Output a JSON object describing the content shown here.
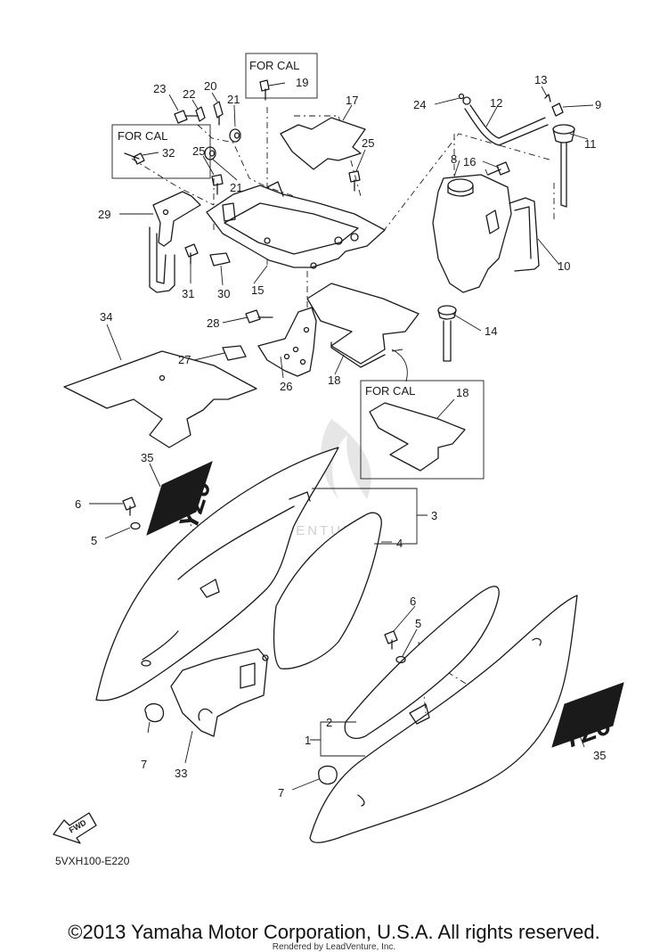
{
  "diagram": {
    "callouts": [
      "1",
      "2",
      "3",
      "4",
      "5",
      "5",
      "6",
      "6",
      "7",
      "7",
      "8",
      "9",
      "10",
      "11",
      "12",
      "13",
      "14",
      "15",
      "16",
      "17",
      "18",
      "18",
      "19",
      "20",
      "21",
      "21",
      "22",
      "23",
      "24",
      "25",
      "25",
      "26",
      "27",
      "28",
      "29",
      "30",
      "31",
      "32",
      "33",
      "34",
      "35",
      "35"
    ],
    "box_labels": [
      "FOR CAL",
      "FOR CAL",
      "FOR CAL"
    ],
    "watermark": "LEADVENTURE",
    "fwd_label": "FWD",
    "decal_text": [
      "YZ6",
      "YZ6"
    ],
    "reference_code": "5VXH100-E220"
  },
  "footer": {
    "copyright": "©2013 Yamaha Motor Corporation, U.S.A. All rights reserved.",
    "rendered_by": "Rendered by LeadVenture, Inc."
  }
}
